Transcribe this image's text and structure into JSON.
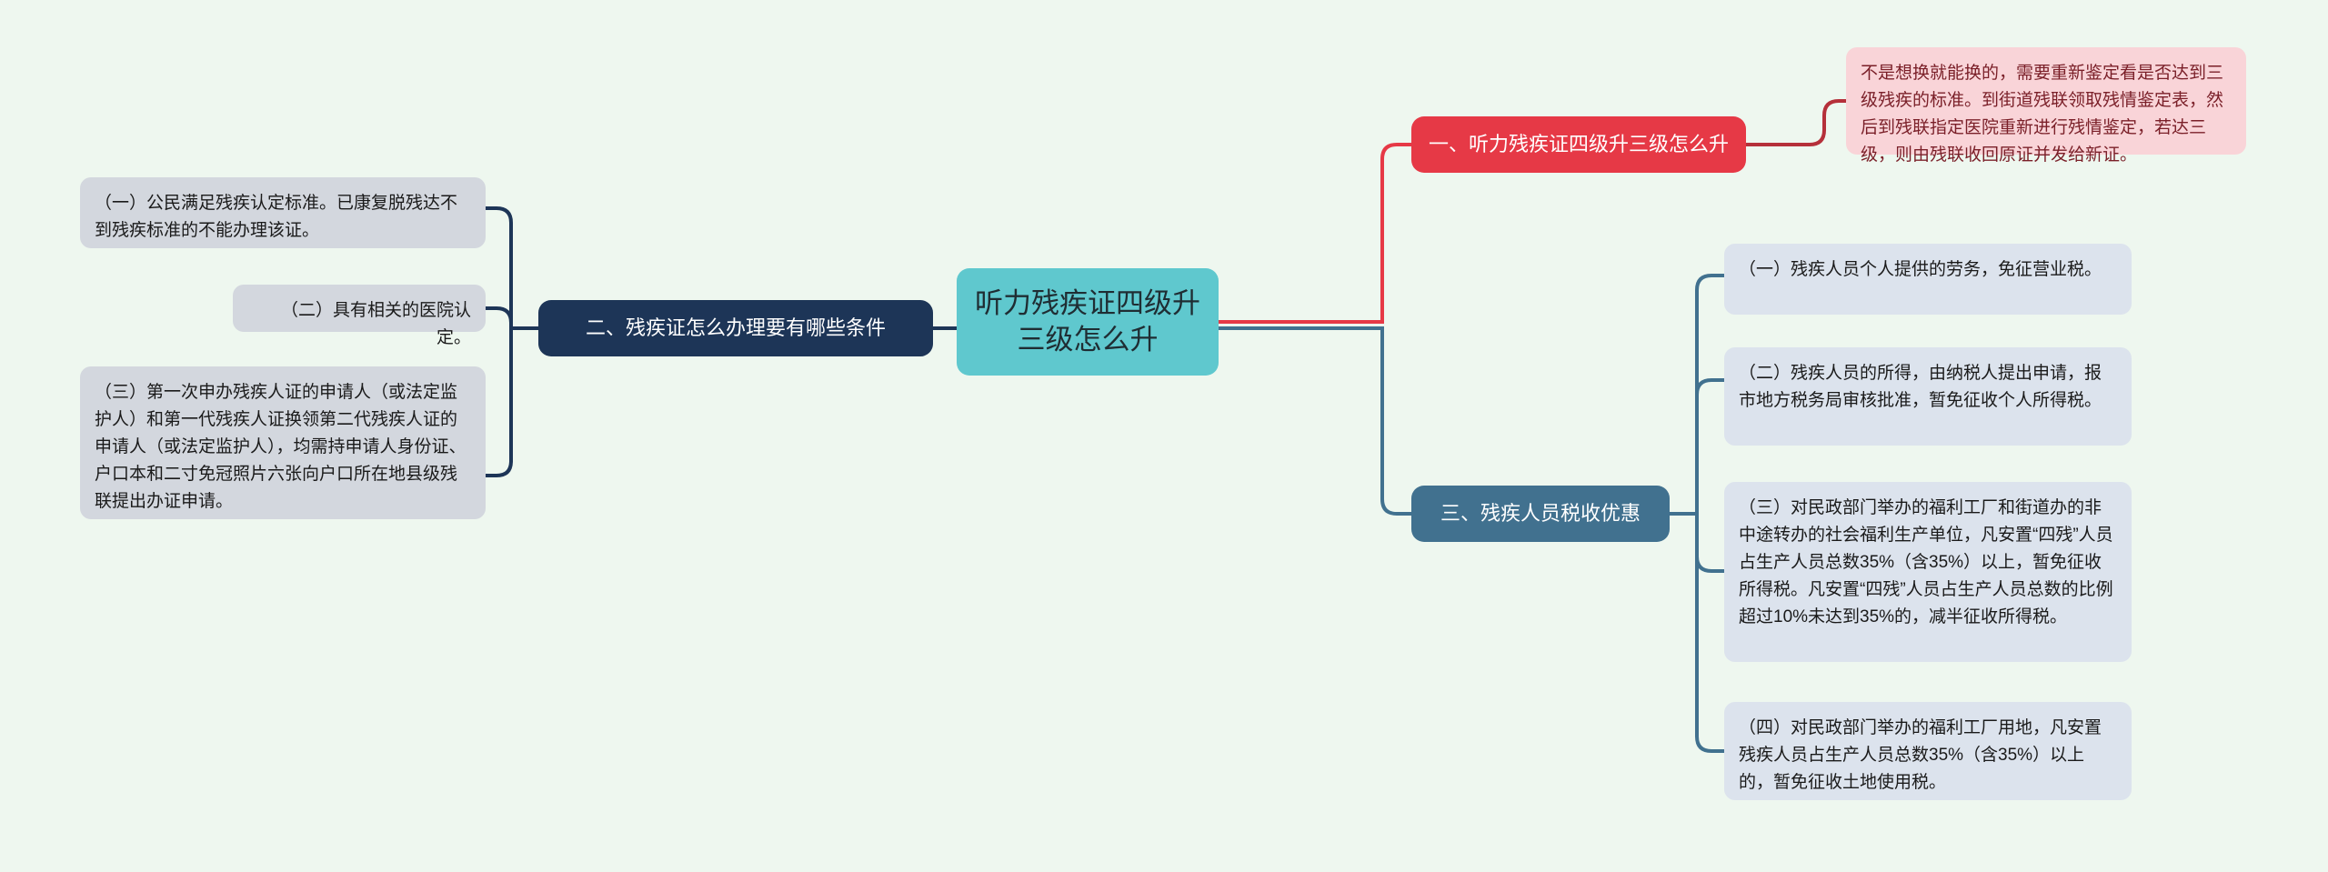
{
  "colors": {
    "background": "#eef7ef",
    "root": "#5fc8ce",
    "branch_red": "#e63946",
    "branch_navy": "#1d3557",
    "branch_blue": "#41718f",
    "leaf_grey": "#d3d7de",
    "leaf_pink": "#f9d4d8",
    "leaf_bluegrey": "#dce3ed"
  },
  "root": {
    "label": "听力残疾证四级升三级怎么升"
  },
  "branches": [
    {
      "id": "branch-1",
      "label": "一、听力残疾证四级升三级怎么升",
      "color": "#e63946",
      "side": "right",
      "children": [
        {
          "id": "branch-1-item-1",
          "text": "不是想换就能换的，需要重新鉴定看是否达到三级残疾的标准。到街道残联领取残情鉴定表，然后到残联指定医院重新进行残情鉴定，若达三级，则由残联收回原证并发给新证。"
        }
      ]
    },
    {
      "id": "branch-2",
      "label": "二、残疾证怎么办理要有哪些条件",
      "color": "#1d3557",
      "side": "left",
      "children": [
        {
          "id": "branch-2-item-1",
          "text": "（一）公民满足残疾认定标准。已康复脱残达不到残疾标准的不能办理该证。"
        },
        {
          "id": "branch-2-item-2",
          "text": "（二）具有相关的医院认定。"
        },
        {
          "id": "branch-2-item-3",
          "text": "（三）第一次申办残疾人证的申请人（或法定监护人）和第一代残疾人证换领第二代残疾人证的申请人（或法定监护人），均需持申请人身份证、户口本和二寸免冠照片六张向户口所在地县级残联提出办证申请。"
        }
      ]
    },
    {
      "id": "branch-3",
      "label": "三、残疾人员税收优惠",
      "color": "#41718f",
      "side": "right",
      "children": [
        {
          "id": "branch-3-item-1",
          "text": "（一）残疾人员个人提供的劳务，免征营业税。"
        },
        {
          "id": "branch-3-item-2",
          "text": "（二）残疾人员的所得，由纳税人提出申请，报市地方税务局审核批准，暂免征收个人所得税。"
        },
        {
          "id": "branch-3-item-3",
          "text": "（三）对民政部门举办的福利工厂和街道办的非中途转办的社会福利生产单位，凡安置“四残”人员占生产人员总数35%（含35%）以上，暂免征收所得税。凡安置“四残”人员占生产人员总数的比例超过10%未达到35%的，减半征收所得税。"
        },
        {
          "id": "branch-3-item-4",
          "text": "（四）对民政部门举办的福利工厂用地，凡安置残疾人员占生产人员总数35%（含35%）以上的，暂免征收土地使用税。"
        }
      ]
    }
  ]
}
